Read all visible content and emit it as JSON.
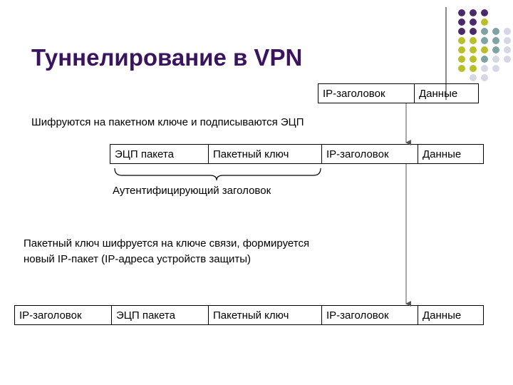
{
  "title": "Туннелирование в VPN",
  "packet_original": [
    "IP-заголовок",
    "Данные"
  ],
  "note_encrypt": "Шифруются на пакетном ключе и подписываются ЭЦП",
  "packet_signed": [
    "ЭЦП пакета",
    "Пакетный ключ",
    "IP-заголовок",
    "Данные"
  ],
  "brace_label": "Аутентифицирующий заголовок",
  "note_tunnel_line1": "Пакетный ключ шифруется на ключе связи, формируется",
  "note_tunnel_line2": "новый IP-пакет (IP-адреса устройств защиты)",
  "packet_tunnel": [
    "IP-заголовок",
    "ЭЦП пакета",
    "Пакетный ключ",
    "IP-заголовок",
    "Данные"
  ],
  "colors": {
    "title": "#3b1460",
    "dot_purple": "#4a2a6a",
    "dot_teal": "#7fa3a3",
    "dot_olive": "#b9bf2a",
    "dot_light": "#d6d6e6"
  }
}
